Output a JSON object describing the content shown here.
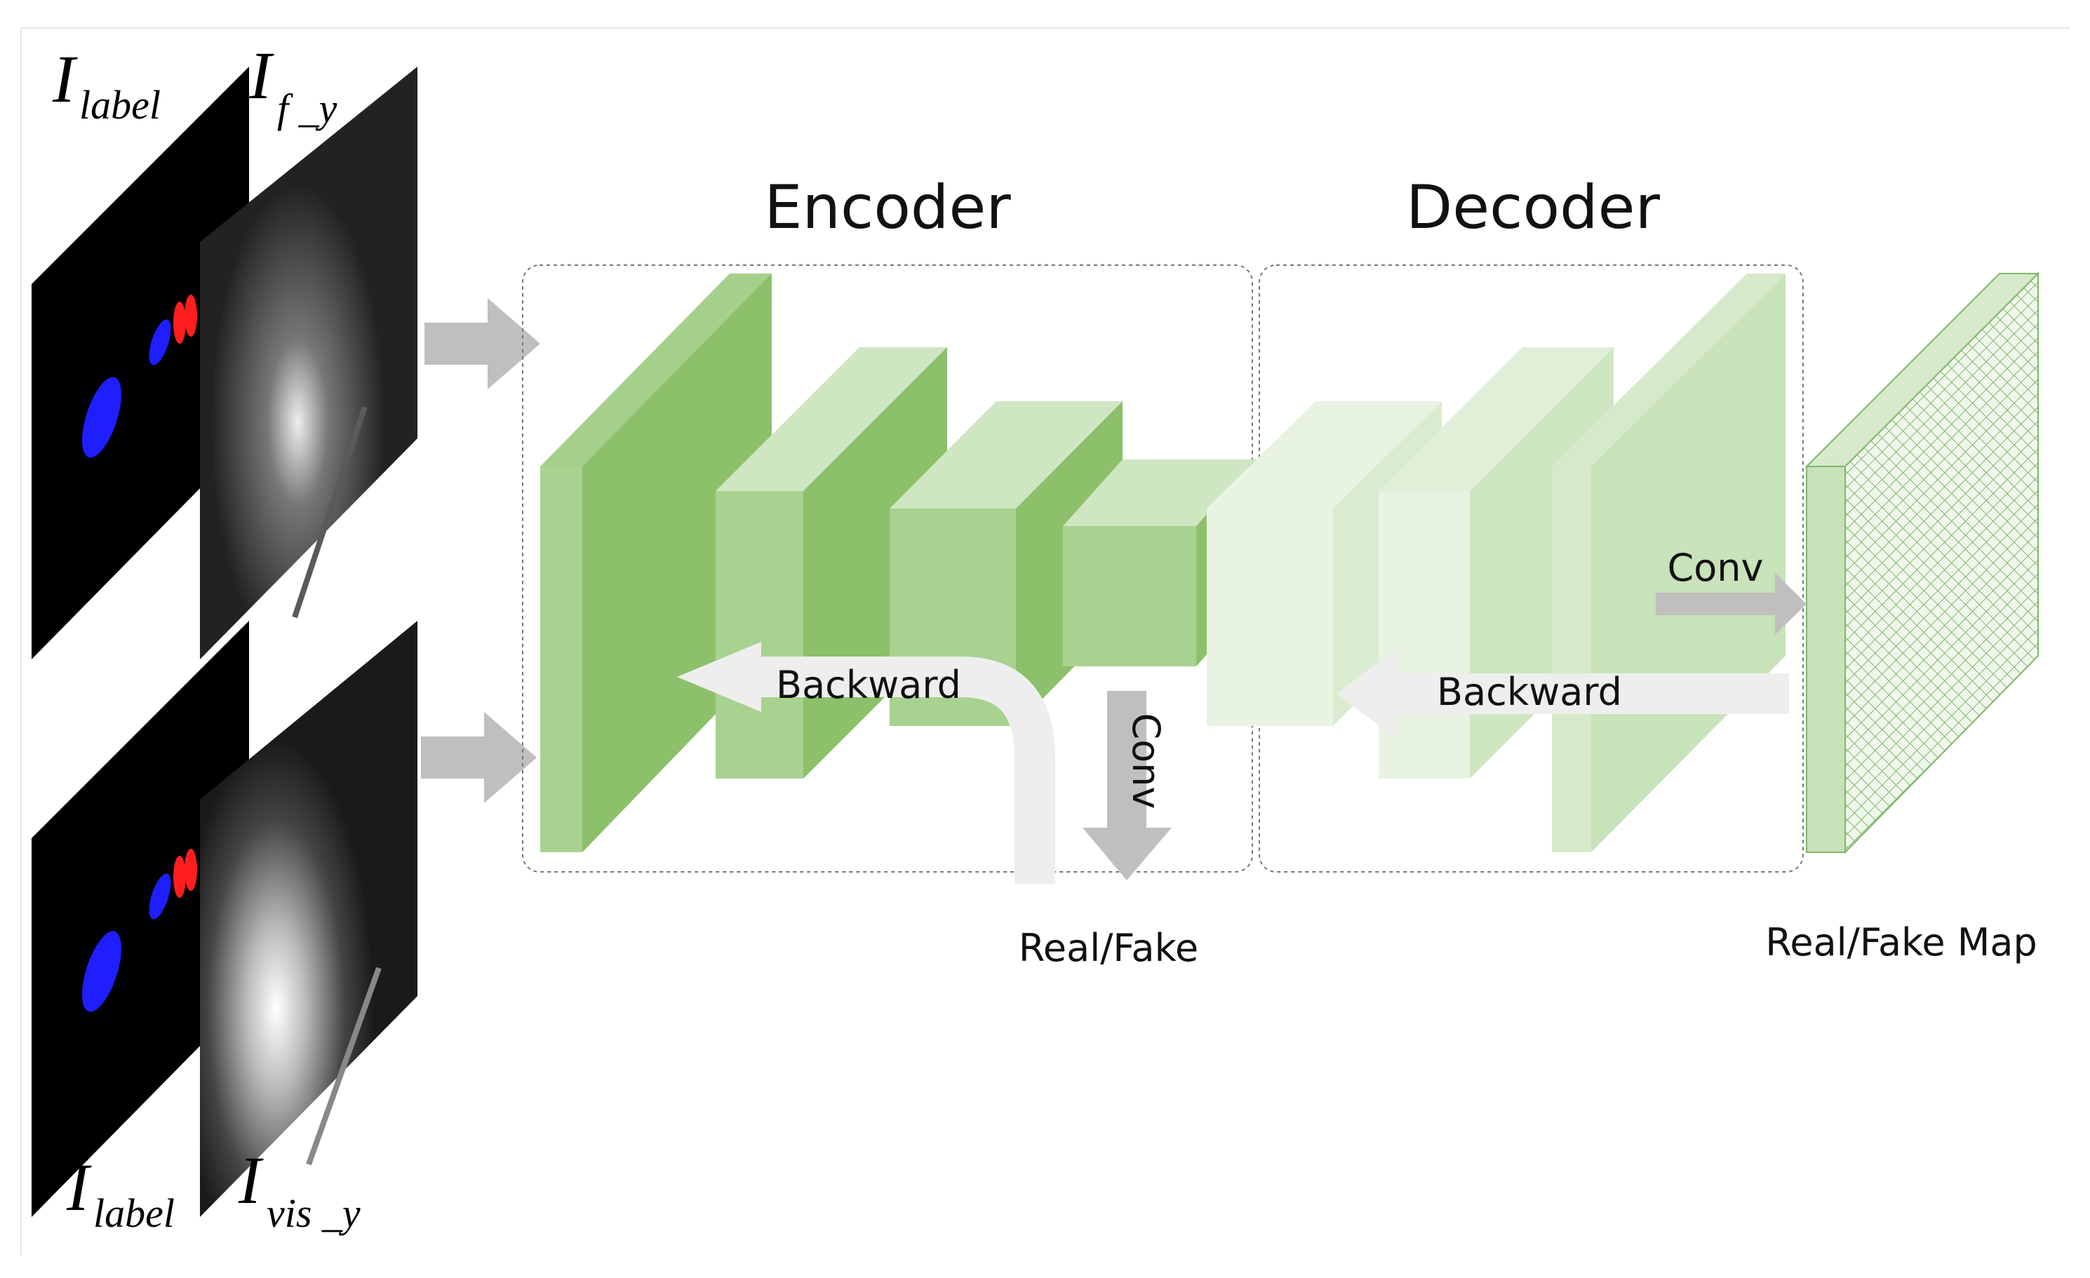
{
  "headings": {
    "encoder": "Encoder",
    "decoder": "Decoder"
  },
  "inputs": {
    "top_label": {
      "main": "I",
      "sub": "label"
    },
    "top_image": {
      "main": "I",
      "sub": "f _y"
    },
    "bottom_label": {
      "main": "I",
      "sub": "label"
    },
    "bottom_image": {
      "main": "I",
      "sub": "vis _y"
    }
  },
  "arrows": {
    "encoder_backward": "Backward",
    "decoder_backward": "Backward",
    "encoder_conv": "Conv",
    "decoder_conv": "Conv"
  },
  "outputs": {
    "encoder_output": "Real/Fake",
    "decoder_output": "Real/Fake Map"
  },
  "colors": {
    "mask_blue": "#1e1eff",
    "mask_red": "#ff1e1e",
    "arrow_gray": "#bfbfbf",
    "backward_arrow": "#eeeeee",
    "encoder_green_dark": "#8cc06a",
    "encoder_green_mid": "#a8d290",
    "encoder_green_light": "#cfe6c2",
    "decoder_green_light": "#e8f3e2",
    "decoder_green_mid": "#c8e2b9",
    "hatch_green": "#7fb76a"
  }
}
